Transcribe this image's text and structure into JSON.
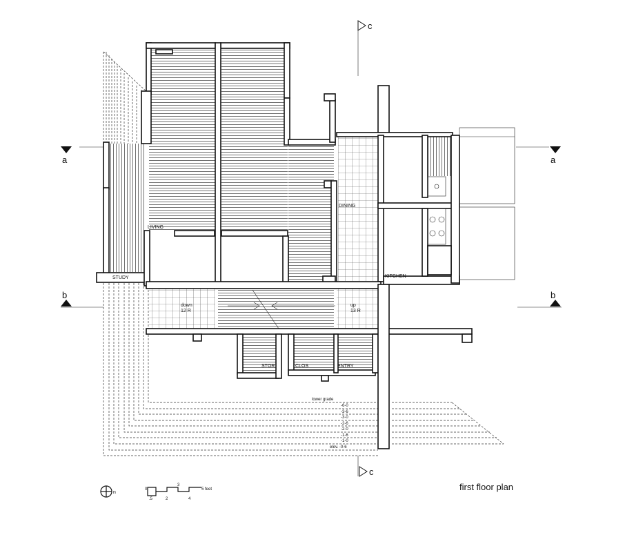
{
  "plan": {
    "title": "first floor plan",
    "rooms": {
      "living": "LIVING",
      "dining": "DINING",
      "study": "STUDY",
      "kitchen": "KITCHEN",
      "stor": "STOR",
      "clos": "CLOS",
      "entry": "ENTRY"
    },
    "stairs": {
      "down_label": "down",
      "down_risers": "12 R",
      "up_label": "up",
      "up_risers": "13 R"
    },
    "section_marks": {
      "a": "a",
      "b": "b",
      "c": "c"
    },
    "grade": {
      "lower": "lower grade",
      "levels": [
        "-6-0",
        "-3-6",
        "-3-0",
        "-2-6",
        "-2-0",
        "-1-6",
        "-1-0",
        "elev. -0-6"
      ]
    },
    "scale": {
      "ticks": [
        "0",
        ".5",
        "2",
        "3",
        "4",
        "5 feet"
      ]
    },
    "north_label": "n"
  }
}
